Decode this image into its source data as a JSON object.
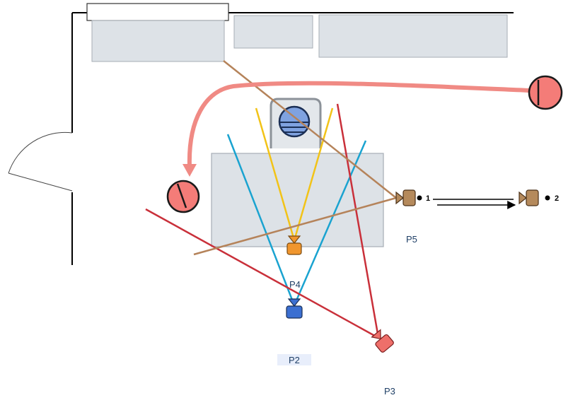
{
  "labels": {
    "p2": "P2",
    "p3": "P3",
    "p4": "P4",
    "p5": "P5",
    "marker_1": "1",
    "marker_2": "2"
  },
  "colors": {
    "yellow_view": "#f2c318",
    "blue_view": "#1aa3d0",
    "red_view": "#c9303a",
    "brown_view": "#b5835a",
    "arrow_path": "#f08a84",
    "camera_orange": "#f0962e",
    "camera_blue": "#3b6fd1",
    "camera_red": "#ee6f6a",
    "camera_brown": "#b58a5c",
    "furniture_fill": "#dde2e7",
    "furniture_stroke": "#a7aeb6",
    "person_fill": "#f47c78",
    "head_fill": "#7fa2e0"
  },
  "icons": {
    "person_top": "person-icon",
    "person_left": "person-icon",
    "seated_head": "head-icon",
    "camera": "camera-icon"
  }
}
